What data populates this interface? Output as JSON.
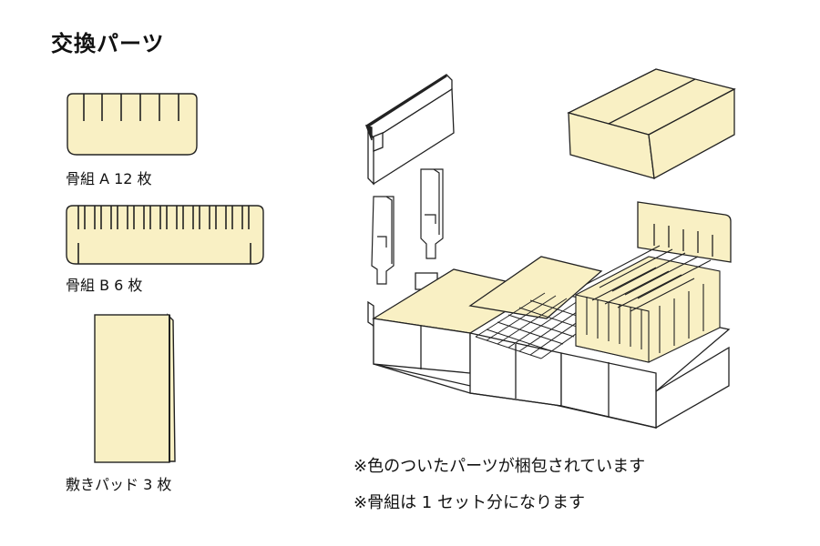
{
  "title": "交換パーツ",
  "parts": [
    {
      "label": "骨組 A 12 枚"
    },
    {
      "label": "骨組 B 6 枚"
    },
    {
      "label": "敷きパッド 3 枚"
    }
  ],
  "notes": [
    "※色のついたパーツが梱包されています",
    "※骨組は 1 セット分になります"
  ],
  "colors": {
    "part_fill": "#f9f0c4",
    "outline": "#222222",
    "box_fill": "#ffffff"
  }
}
